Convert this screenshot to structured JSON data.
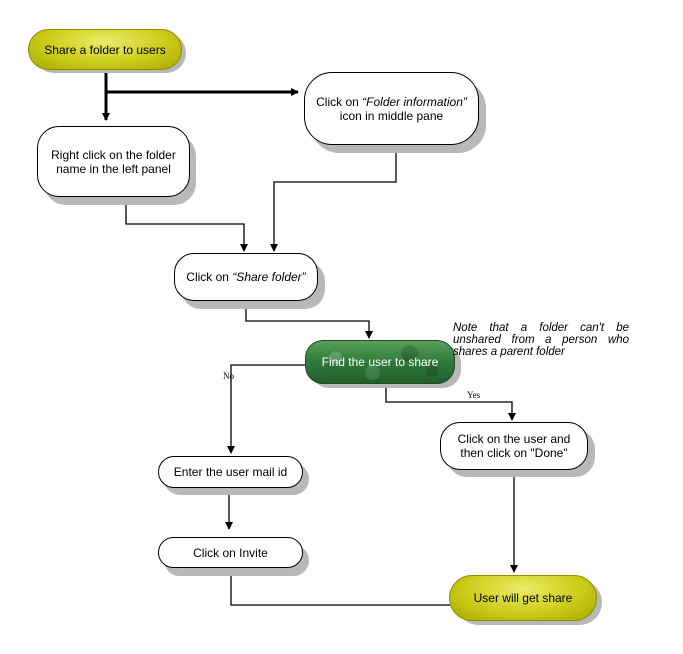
{
  "nodes": {
    "start": {
      "text": "Share a folder to users"
    },
    "right_click": {
      "text": "Right click on the folder name in the left panel"
    },
    "folder_info": {
      "prefix": "Click on ",
      "italic": "“Folder information”",
      "suffix": " icon in middle pane"
    },
    "share_folder": {
      "prefix": "Click on ",
      "italic": "“Share folder”"
    },
    "find_user": {
      "text": "Find the user to share"
    },
    "enter_mail": {
      "text": "Enter the user mail id"
    },
    "click_user": {
      "text": "Click on the user and then click on \"Done\""
    },
    "invite": {
      "text": "Click on Invite"
    },
    "end": {
      "text": "User will get share"
    }
  },
  "labels": {
    "no": "No",
    "yes": "Yes"
  },
  "note": "Note that a folder can't be unshared from a person who shares a parent folder",
  "colors": {
    "terminator": "#cccc1a",
    "decision": "#2f7a3a",
    "process_border": "#000000",
    "connector": "#000000"
  }
}
